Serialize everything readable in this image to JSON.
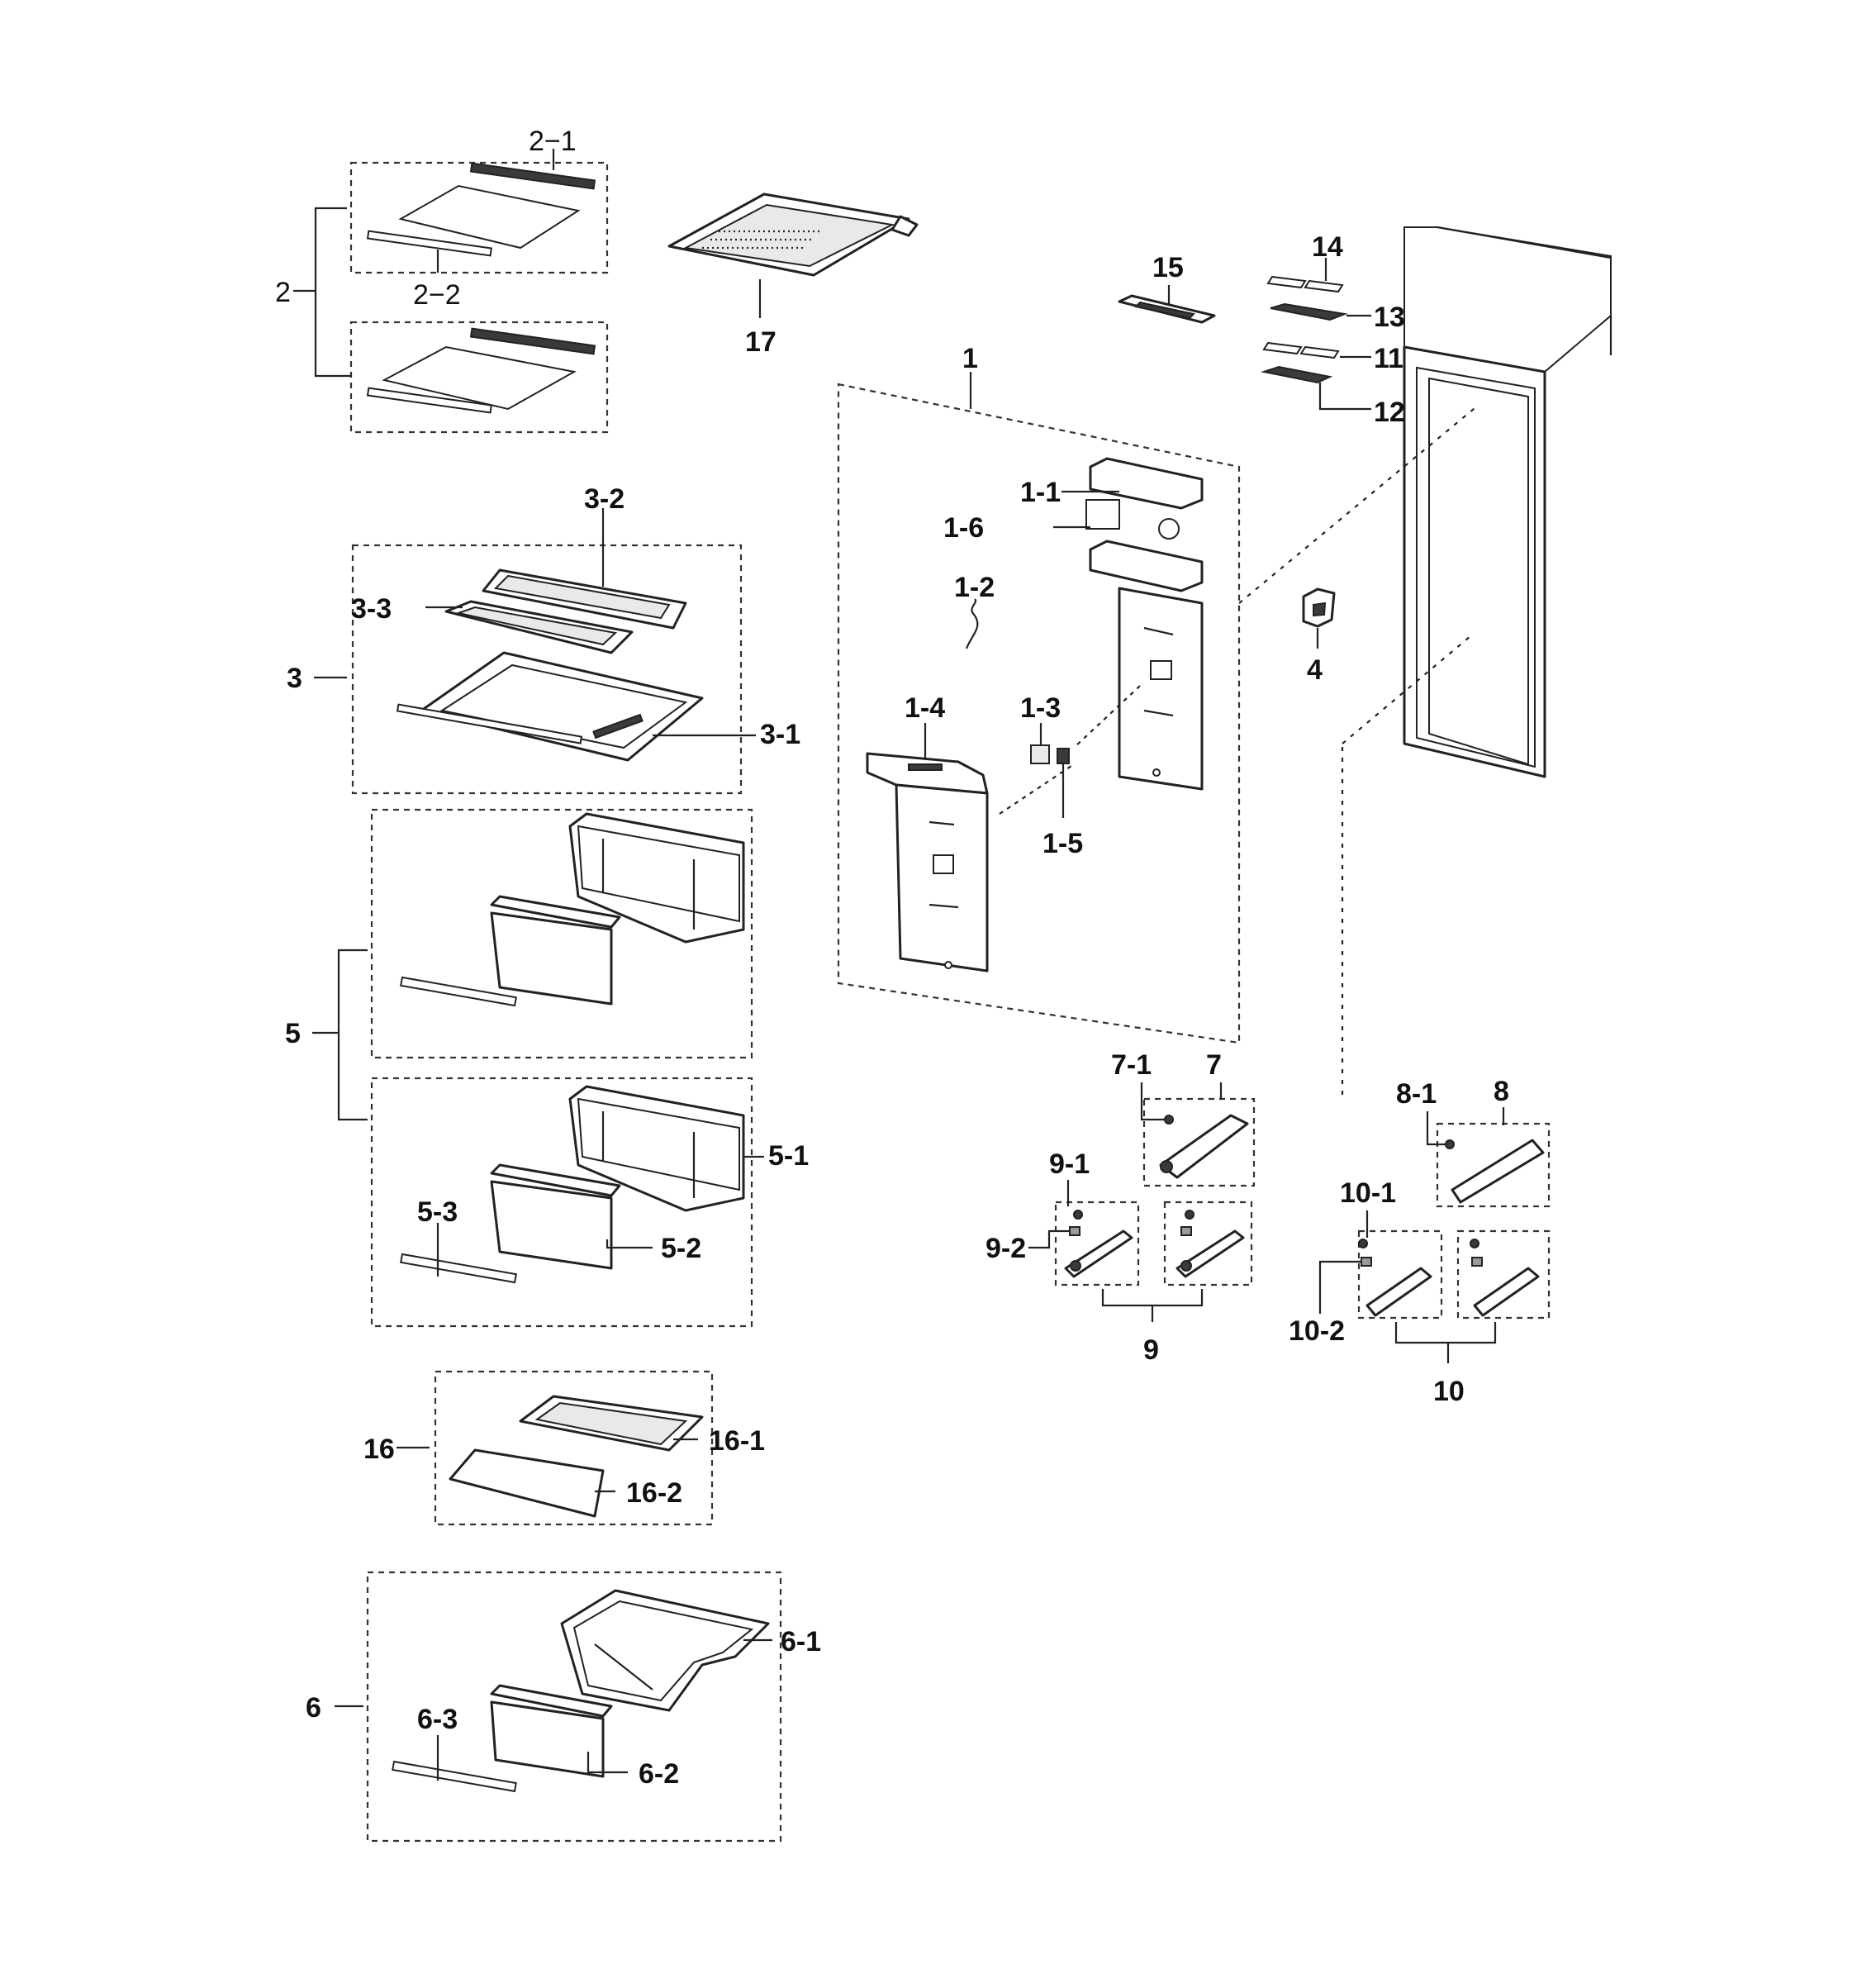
{
  "labels": {
    "l2_1": "2−1",
    "l2_2": "2−2",
    "l2": "2",
    "l17": "17",
    "l15": "15",
    "l14": "14",
    "l13": "13",
    "l11": "11",
    "l12": "12",
    "l1": "1",
    "l1_1": "1-1",
    "l1_6": "1-6",
    "l1_2": "1-2",
    "l1_4": "1-4",
    "l1_3": "1-3",
    "l1_5": "1-5",
    "l4": "4",
    "l3_2": "3-2",
    "l3_3": "3-3",
    "l3": "3",
    "l3_1": "3-1",
    "l5": "5",
    "l5_1": "5-1",
    "l5_2": "5-2",
    "l5_3": "5-3",
    "l7_1": "7-1",
    "l7": "7",
    "l8_1": "8-1",
    "l8": "8",
    "l9_1": "9-1",
    "l9_2": "9-2",
    "l9": "9",
    "l10_1": "10-1",
    "l10_2": "10-2",
    "l10": "10",
    "l16": "16",
    "l16_1": "16-1",
    "l16_2": "16-2",
    "l6": "6",
    "l6_1": "6-1",
    "l6_2": "6-2",
    "l6_3": "6-3"
  }
}
